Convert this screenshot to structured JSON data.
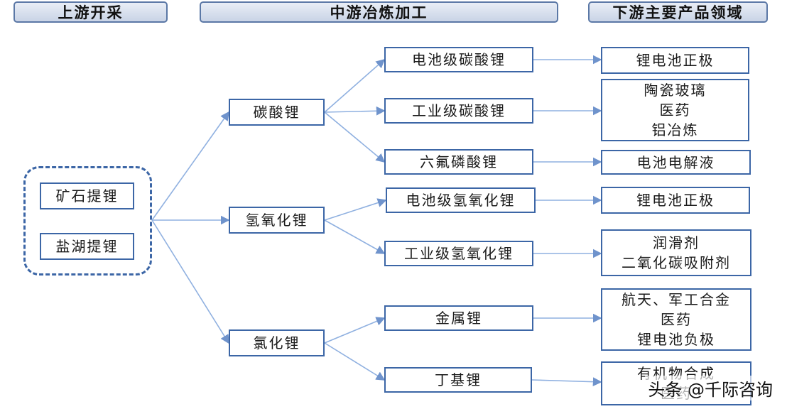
{
  "headers": {
    "upstream": "上游开采",
    "midstream": "中游冶炼加工",
    "downstream": "下游主要产品领域"
  },
  "sources": {
    "ore": "矿石提锂",
    "salt_lake": "盐湖提锂"
  },
  "intermediates": {
    "carbonate": "碳酸锂",
    "hydroxide": "氢氧化锂",
    "chloride": "氯化锂"
  },
  "products": {
    "battery_carbonate": "电池级碳酸锂",
    "industrial_carbonate": "工业级碳酸锂",
    "lipf6": "六氟磷酸锂",
    "battery_hydroxide": "电池级氢氧化锂",
    "industrial_hydroxide": "工业级氢氧化锂",
    "metal": "金属锂",
    "butyl": "丁基锂"
  },
  "applications": {
    "a1": [
      "锂电池正极"
    ],
    "a2": [
      "陶瓷玻璃",
      "医药",
      "铝冶炼"
    ],
    "a3": [
      "电池电解液"
    ],
    "a4": [
      "锂电池正极"
    ],
    "a5": [
      "润滑剂",
      "二氧化碳吸附剂"
    ],
    "a6": [
      "航天、军工合金",
      "医药",
      "锂电池负极"
    ],
    "a7": [
      "有机物合成",
      "医药"
    ]
  },
  "watermark": "头条 @千际咨询",
  "colors": {
    "line": "#8fb0e0",
    "border": "#3c66a6",
    "header_border": "#5b78a6"
  }
}
